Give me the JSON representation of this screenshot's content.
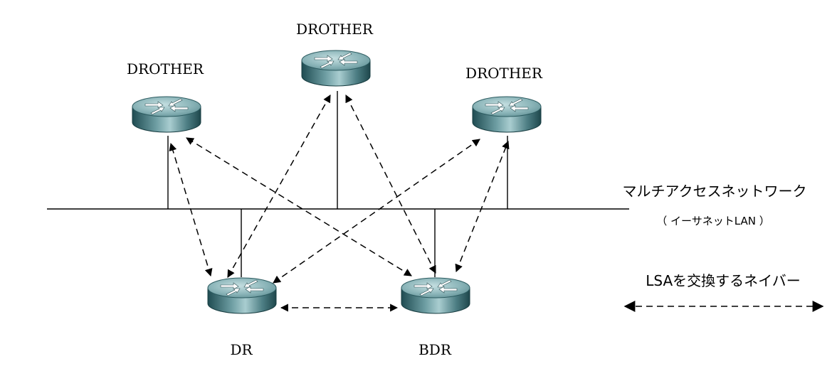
{
  "routers": {
    "drother_left": {
      "label": "DROTHER"
    },
    "drother_center": {
      "label": "DROTHER"
    },
    "drother_right": {
      "label": "DROTHER"
    },
    "dr": {
      "label": "DR"
    },
    "bdr": {
      "label": "BDR"
    }
  },
  "network": {
    "title": "マルチアクセスネットワーク",
    "subtitle": "（ イーサネットLAN ）"
  },
  "legend": {
    "label": "LSAを交換するネイバー"
  },
  "colors": {
    "router_top": "#8fb7bb",
    "router_side": "#2f6369",
    "line": "#000000"
  }
}
